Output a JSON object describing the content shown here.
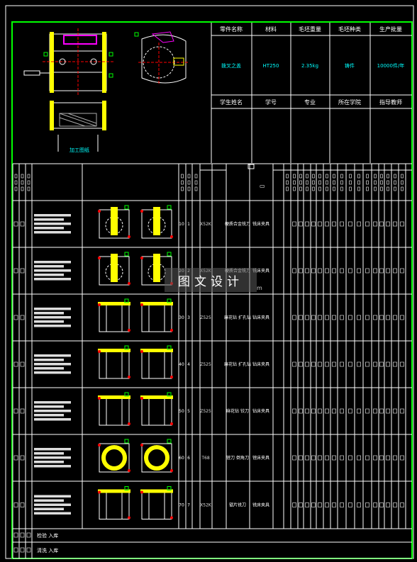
{
  "header": {
    "labels": [
      "零件名称",
      "材料",
      "毛坯重量",
      "毛坯种类",
      "生产批量"
    ],
    "values": [
      "拨叉之盖",
      "HT250",
      "2.35kg",
      "铸件",
      "10000件/年"
    ],
    "student_labels": [
      "学生姓名",
      "学号",
      "专业",
      "所在学院",
      "指导教师"
    ]
  },
  "part_sketch": {
    "caption": "加工图纸"
  },
  "process_table": {
    "header_mid": "▭",
    "steps": [
      {
        "no": "10",
        "seq": "1",
        "equip": "X52K",
        "tools": "硬质合金铣刀",
        "fixture": "铣床夹具"
      },
      {
        "no": "20",
        "seq": "2",
        "equip": "X52K",
        "tools": "硬质合金铣刀",
        "fixture": "铣床夹具"
      },
      {
        "no": "30",
        "seq": "3",
        "equip": "Z525",
        "tools": "麻花钻 扩孔钻",
        "fixture": "钻床夹具"
      },
      {
        "no": "40",
        "seq": "4",
        "equip": "Z525",
        "tools": "麻花钻 扩孔钻",
        "fixture": "钻床夹具"
      },
      {
        "no": "50",
        "seq": "5",
        "equip": "Z525",
        "tools": "麻花钻 铰刀",
        "fixture": "钻床夹具"
      },
      {
        "no": "60",
        "seq": "6",
        "equip": "T68",
        "tools": "镗刀 倒角刀",
        "fixture": "镗床夹具"
      },
      {
        "no": "70",
        "seq": "7",
        "equip": "X52K",
        "tools": "锯片铣刀",
        "fixture": "铣床夹具"
      }
    ],
    "footer_rows": [
      "检验 入库",
      "清洗 入库"
    ]
  },
  "watermark": {
    "text": "图文设计",
    "sub": "m"
  },
  "colors": {
    "frame": "#00ff00",
    "line": "#ffffff",
    "part": "#ffff00",
    "accent": "#ff00ff",
    "dim": "#00ffff",
    "hole": "#ff0000"
  }
}
